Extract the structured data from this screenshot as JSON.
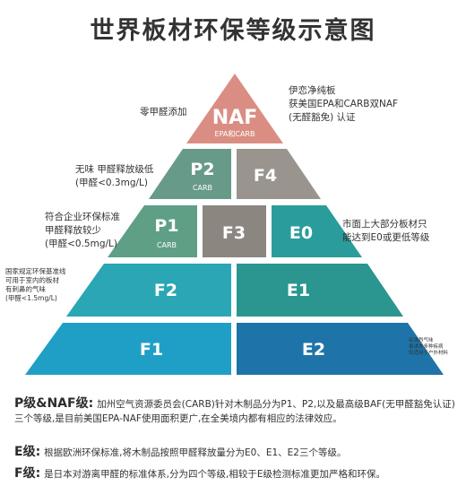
{
  "title": "世界板材环保等级示意图",
  "colors": {
    "naf": "#da8e83",
    "p2": "#689a89",
    "f4": "#9a948e",
    "p1": "#5e9f86",
    "f3": "#8c8680",
    "e0": "#2b9c9c",
    "f2": "#2aa6b5",
    "e1": "#2b958f",
    "f1": "#1f9fc6",
    "e2": "#1e74a8"
  },
  "blocks": {
    "naf": {
      "label": "NAF",
      "sub": "EPA和CARB"
    },
    "p2": {
      "label": "P2",
      "sub": "CARB"
    },
    "f4": {
      "label": "F4"
    },
    "p1": {
      "label": "P1",
      "sub": "CARB"
    },
    "f3": {
      "label": "F3"
    },
    "e0": {
      "label": "E0"
    },
    "f2": {
      "label": "F2"
    },
    "e1": {
      "label": "E1"
    },
    "f1": {
      "label": "F1"
    },
    "e2": {
      "label": "E2"
    }
  },
  "notes": {
    "naf_left": "零甲醛添加",
    "naf_right": [
      "伊恋净纯板",
      "获美国EPA和CARB双NAF",
      "(无醛豁免) 认证"
    ],
    "p2_left": [
      "无味 甲醛释放级低",
      "(甲醛<0.3mg/L)"
    ],
    "p1_left": [
      "符合企业环保标准",
      "甲醛释放较少",
      "(甲醛<0.5mg/L)"
    ],
    "e0_right": [
      "市面上大部分板材只",
      "能达到E0或更低等级"
    ],
    "f2_left": [
      "国家规定环保基准线",
      "可用于室内的板材",
      "有刺鼻的气味",
      "(甲醛<1.5mg/L)"
    ],
    "e2_right": [
      "有强烈气味",
      "易诱发多种疾病",
      "仅适用于户外材料"
    ]
  },
  "legend": {
    "p_key": "P级&NAF级:",
    "p_text": "加州空气资源委员会(CARB)针对木制品分为P1、P2,以及最高级BAF(无甲醛豁免认证)三个等级,是目前美国EPA-NAF使用面积更广,在全美境内都有相应的法律效应。",
    "e_key": "E级:",
    "e_text": "根据欧洲环保标准,将木制品按照甲醛释放量分为E0、E1、E2三个等级。",
    "f_key": "F级:",
    "f_text": "是日本对游离甲醛的标准体系,分为四个等级,相较于E级检测标准更加严格和环保。"
  }
}
